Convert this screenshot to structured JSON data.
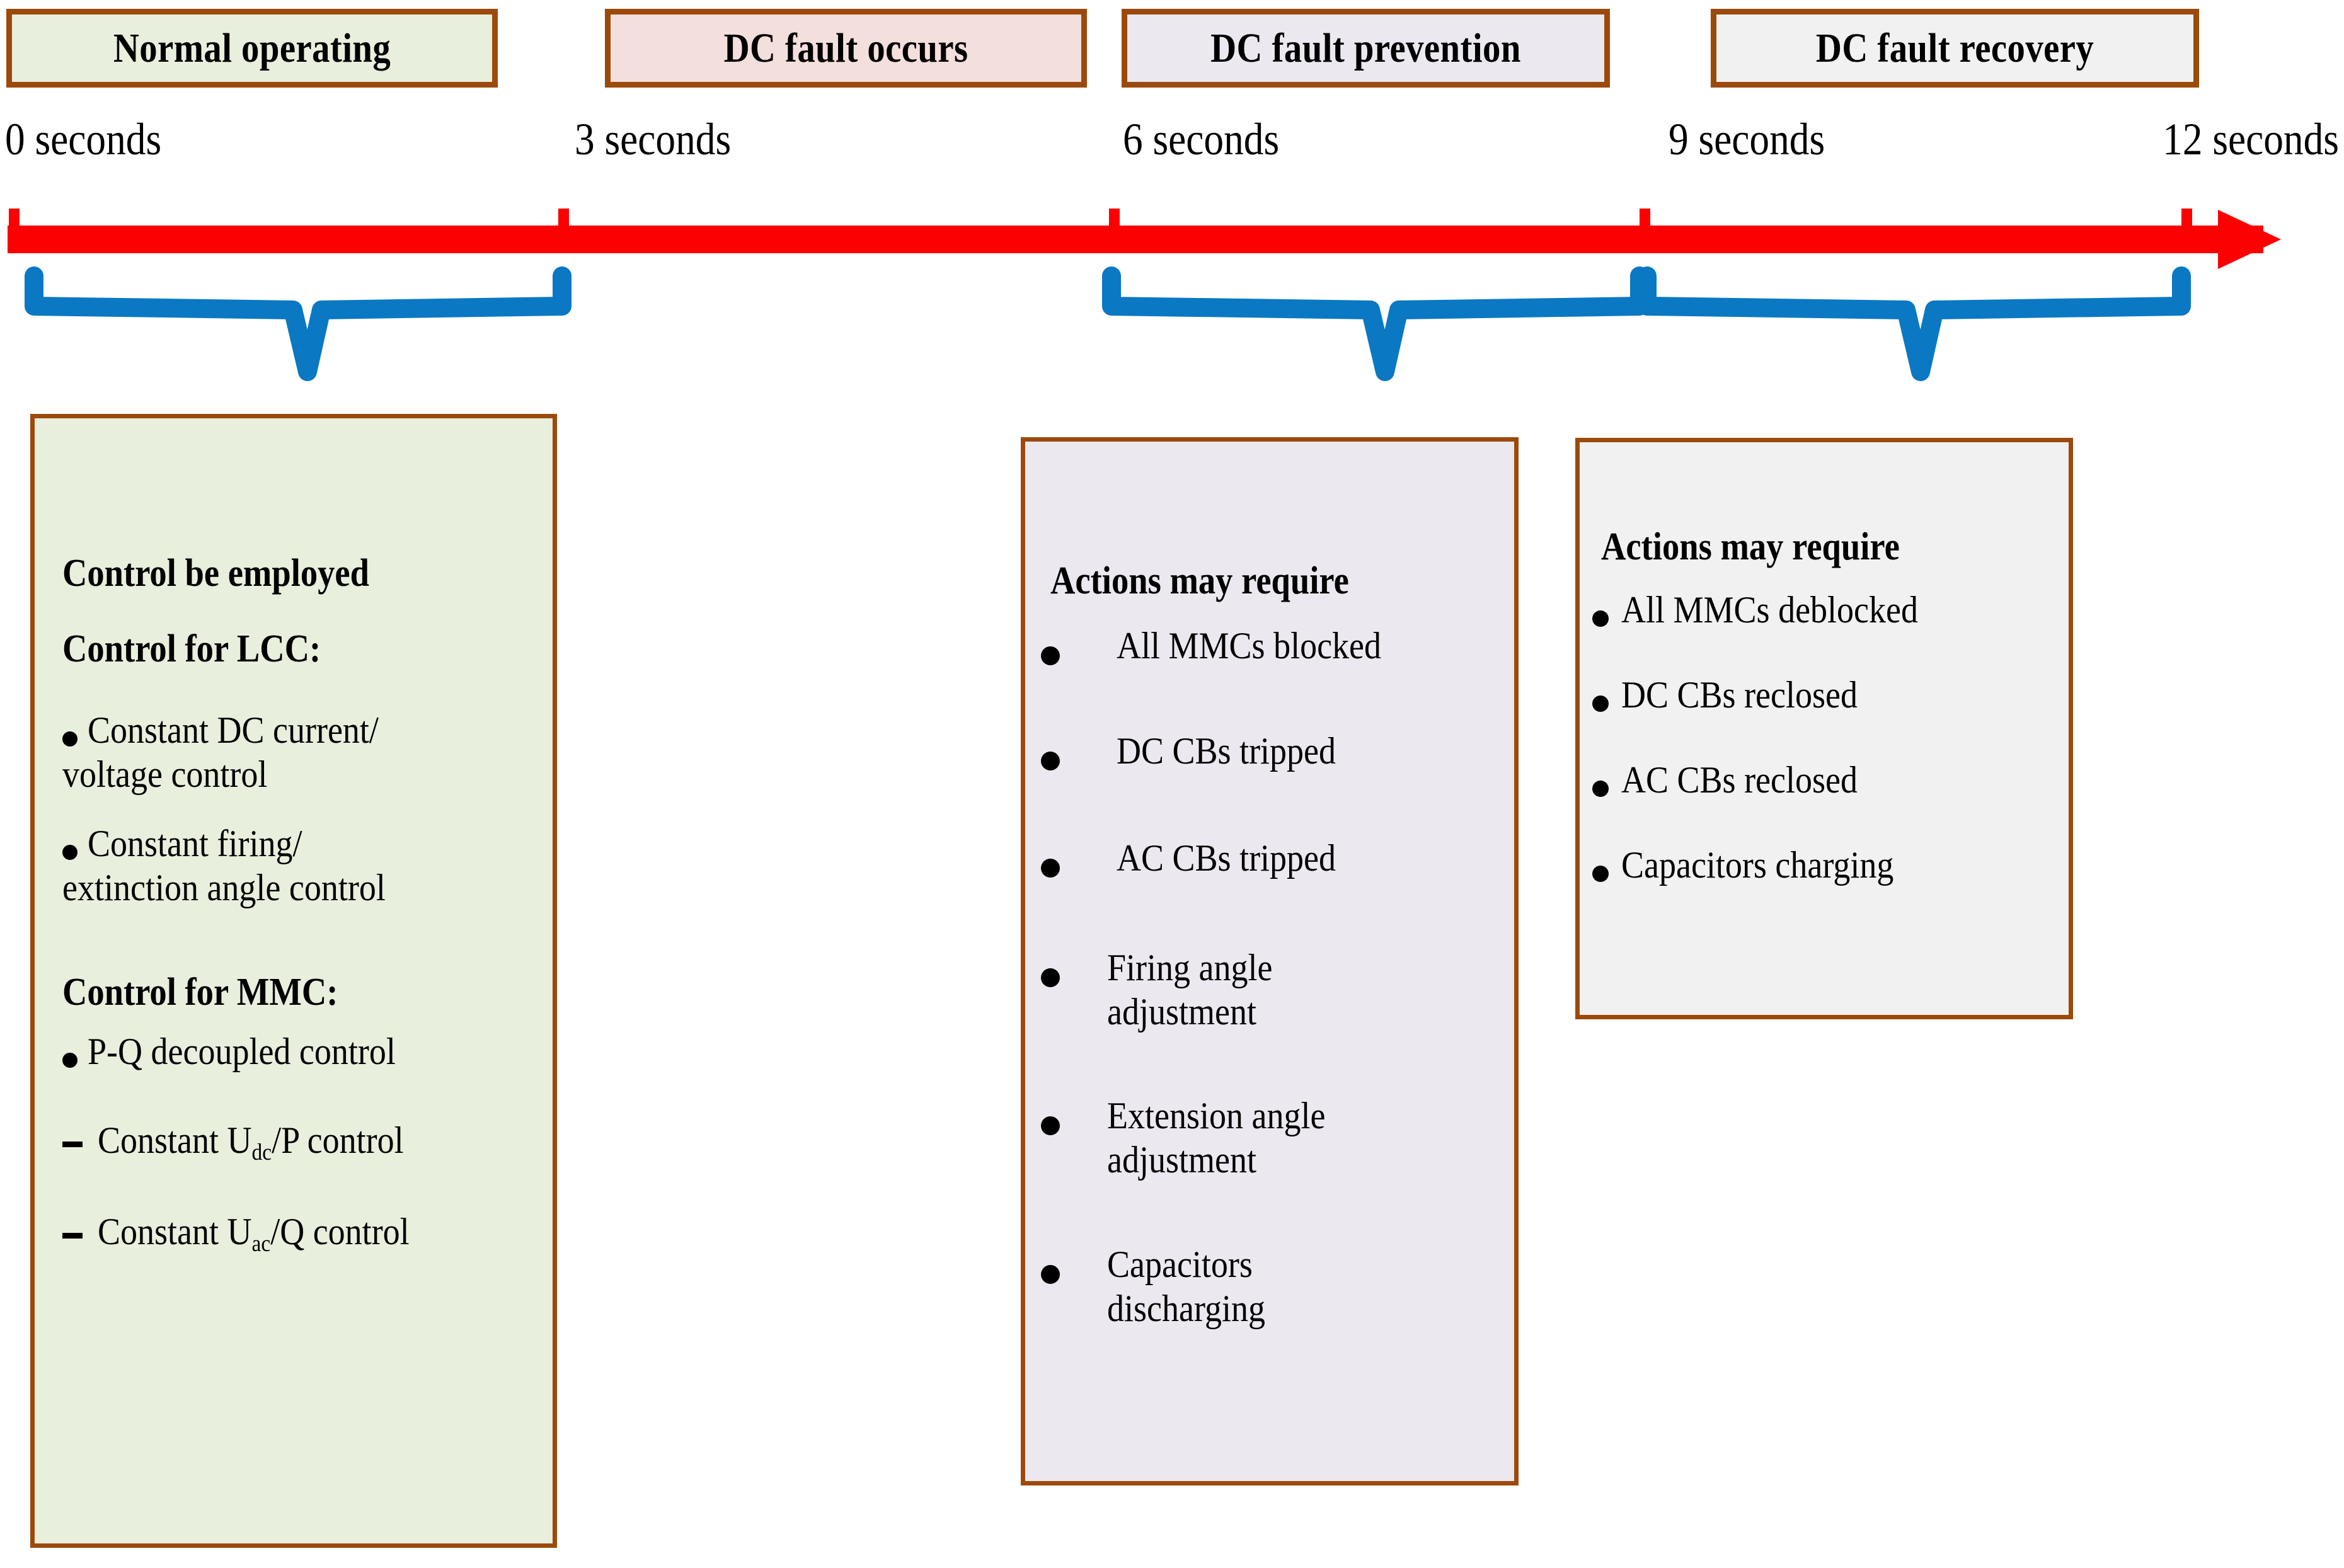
{
  "timeline": {
    "axis_color": "#fb0102",
    "brace_color": "#0a78c2",
    "box_border_color": "#9c4a0c",
    "ticks": [
      {
        "label": "0 seconds"
      },
      {
        "label": "3 seconds"
      },
      {
        "label": "6 seconds"
      },
      {
        "label": "9 seconds"
      },
      {
        "label": "12 seconds"
      }
    ],
    "phases": [
      {
        "label": "Normal operating",
        "fill": "#e8efdd"
      },
      {
        "label": "DC fault occurs",
        "fill": "#f3dfdb"
      },
      {
        "label": "DC fault prevention",
        "fill": "#ebe8f0"
      },
      {
        "label": "DC fault recovery",
        "fill": "#f1f1f1"
      }
    ]
  },
  "panels": {
    "normal_operating": {
      "fill": "#e8efdd",
      "heading": "Control be employed",
      "subheading_lcc": "Control for LCC:",
      "lcc_items": [
        {
          "marker": "bullet",
          "line1": "Constant DC current/",
          "line2": "voltage control"
        },
        {
          "marker": "bullet",
          "line1": "Constant firing/",
          "line2": "extinction angle control"
        }
      ],
      "subheading_mmc": "Control for MMC:",
      "mmc_items": [
        {
          "marker": "bullet",
          "text": "P-Q decoupled control"
        },
        {
          "marker": "dash",
          "text_pre": "Constant U",
          "sub": "dc",
          "text_post": "/P control"
        },
        {
          "marker": "dash",
          "text_pre": "Constant U",
          "sub": "ac",
          "text_post": "/Q control"
        }
      ]
    },
    "dc_fault_prevention": {
      "fill": "#ebe8f0",
      "heading": "Actions may require",
      "items": [
        {
          "line1": "All MMCs blocked"
        },
        {
          "line1": "DC CBs tripped"
        },
        {
          "line1": "AC CBs tripped"
        },
        {
          "line1": "Firing angle",
          "line2": "adjustment"
        },
        {
          "line1": "Extension angle",
          "line2": "adjustment"
        },
        {
          "line1": "Capacitors",
          "line2": "discharging"
        }
      ]
    },
    "dc_fault_recovery": {
      "fill": "#f1f1f1",
      "heading": "Actions may require",
      "items": [
        {
          "line1": "All MMCs deblocked"
        },
        {
          "line1": "DC CBs reclosed"
        },
        {
          "line1": "AC CBs reclosed"
        },
        {
          "line1": "Capacitors charging"
        }
      ]
    }
  }
}
